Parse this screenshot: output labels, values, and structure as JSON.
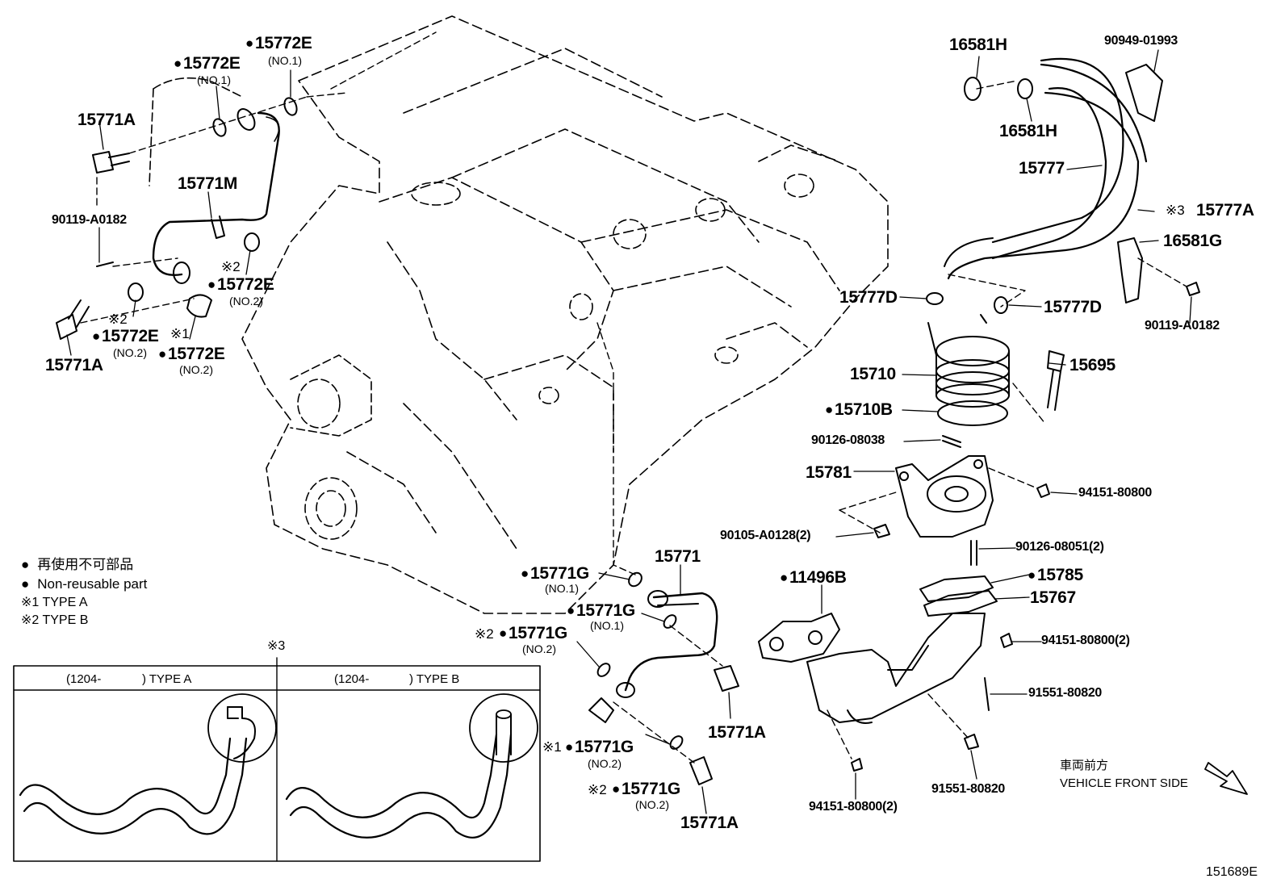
{
  "labels": {
    "p15772E_a": "15772E",
    "p15772E_a_sub": "(NO.1)",
    "p15772E_b": "15772E",
    "p15772E_b_sub": "(NO.1)",
    "p15771A_a": "15771A",
    "p15771M": "15771M",
    "p90119_a": "90119-A0182",
    "p15772E_c_mark": "※2",
    "p15772E_c": "15772E",
    "p15772E_c_sub": "(NO.2)",
    "p15772E_d_mark": "※2",
    "p15772E_d": "15772E",
    "p15772E_d_sub": "(NO.2)",
    "p15772E_e_mark": "※1",
    "p15772E_e": "15772E",
    "p15772E_e_sub": "(NO.2)",
    "p15771A_b": "15771A",
    "p16581H_a": "16581H",
    "p90949": "90949-01993",
    "p16581H_b": "16581H",
    "p15777": "15777",
    "p15777A_mark": "※3",
    "p15777A": "15777A",
    "p16581G": "16581G",
    "p90119_b": "90119-A0182",
    "p15777D_a": "15777D",
    "p15777D_b": "15777D",
    "p15710": "15710",
    "p15695": "15695",
    "p15710B": "15710B",
    "p90126_a": "90126-08038",
    "p15781": "15781",
    "p94151_a": "94151-80800",
    "p90105": "90105-A0128(2)",
    "p90126_b": "90126-08051(2)",
    "p11496B": "11496B",
    "p15785": "15785",
    "p15767": "15767",
    "p94151_b": "94151-80800(2)",
    "p91551_a": "91551-80820",
    "p91551_b": "91551-80820",
    "p94151_c": "94151-80800(2)",
    "p15771": "15771",
    "p15771G_a": "15771G",
    "p15771G_a_sub": "(NO.1)",
    "p15771G_b": "15771G",
    "p15771G_b_sub": "(NO.1)",
    "p15771G_c_mark": "※2",
    "p15771G_c": "15771G",
    "p15771G_c_sub": "(NO.2)",
    "p15771A_c": "15771A",
    "p15771G_d_mark": "※1",
    "p15771G_d": "15771G",
    "p15771G_d_sub": "(NO.2)",
    "p15771G_e_mark": "※2",
    "p15771G_e": "15771G",
    "p15771G_e_sub": "(NO.2)",
    "p15771A_d": "15771A"
  },
  "legend": {
    "non_reusable_jp": "再使用不可部品",
    "non_reusable_en": "Non-reusable part",
    "type_a": "※1 TYPE A",
    "type_b": "※2 TYPE B"
  },
  "detail_box": {
    "marker": "※3",
    "left_header_date": "(1204-",
    "left_header_type": ") TYPE A",
    "right_header_date": "(1204-",
    "right_header_type": ") TYPE B"
  },
  "front_side": {
    "jp": "車両前方",
    "en": "VEHICLE FRONT SIDE"
  },
  "illustration_code": "151689E"
}
